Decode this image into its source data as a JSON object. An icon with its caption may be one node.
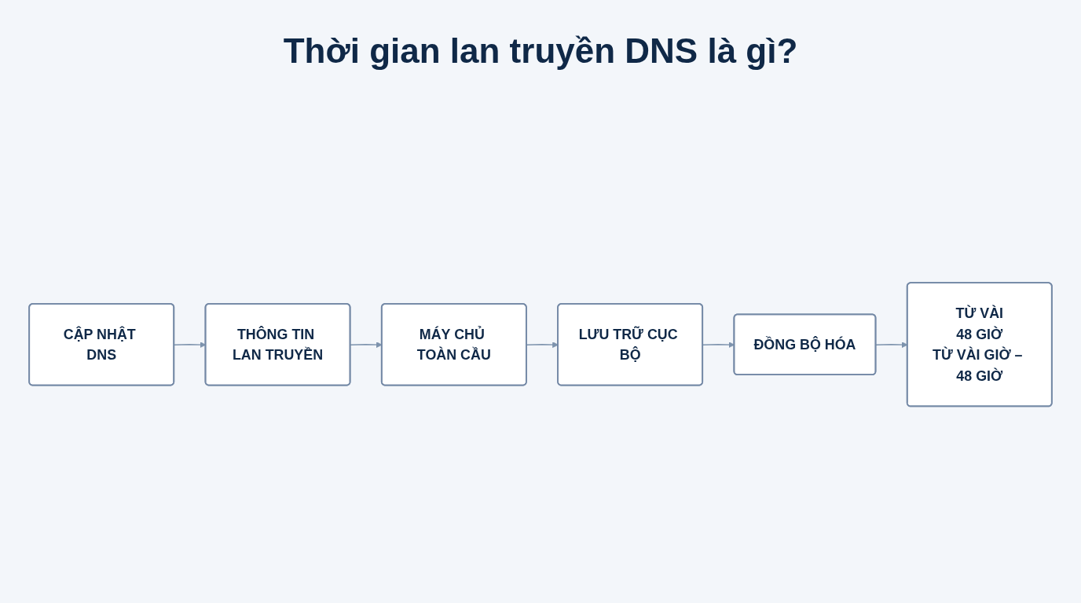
{
  "diagram": {
    "title": "Thời gian lan truyền DNS là gì?",
    "nodes": [
      {
        "text": [
          "CẬP NHẬT DNS"
        ]
      },
      {
        "text": [
          "THÔNG TIN LAN TRUYỀN"
        ]
      },
      {
        "text": [
          "MÁY CHỦ TOÀN CẦU"
        ]
      },
      {
        "text": [
          "LƯU TRỮ CỤC BỘ"
        ]
      },
      {
        "text": [
          "ĐỒNG BỘ HÓA"
        ]
      },
      {
        "text": [
          "TỪ VÀI",
          "48 GIỜ",
          "TỪ VÀI GIỜ – 48 GIỜ"
        ]
      }
    ],
    "edges": [
      {
        "from": 0,
        "to": 1,
        "arrow": "to"
      },
      {
        "from": 1,
        "to": 2,
        "arrow": "to"
      },
      {
        "from": 2,
        "to": 3,
        "arrow": "to"
      },
      {
        "from": 3,
        "to": 4,
        "arrow": "to"
      },
      {
        "from": 4,
        "to": 5,
        "arrow": "to"
      }
    ]
  }
}
